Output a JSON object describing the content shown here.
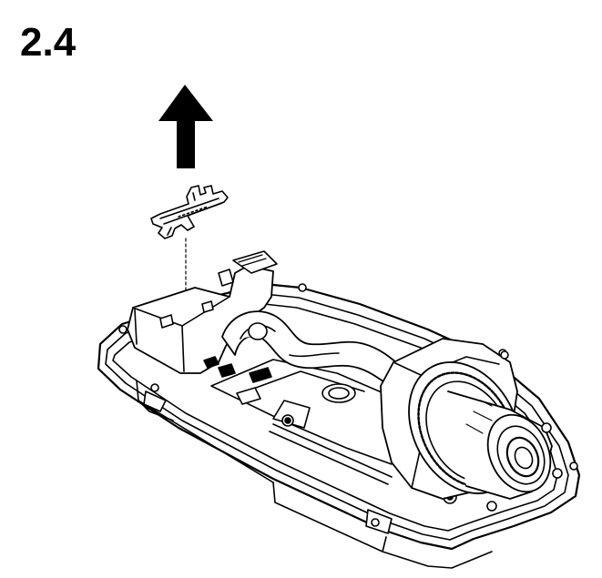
{
  "step": {
    "label": "2.4"
  },
  "figure": {
    "arrow_direction": "up",
    "line_color": "#000000",
    "fill_color": "#ffffff",
    "parts": [
      "up-arrow",
      "bracket-clip",
      "leader-line",
      "camera-housing",
      "pcb-module",
      "flex-cable",
      "lens-assembly"
    ]
  }
}
